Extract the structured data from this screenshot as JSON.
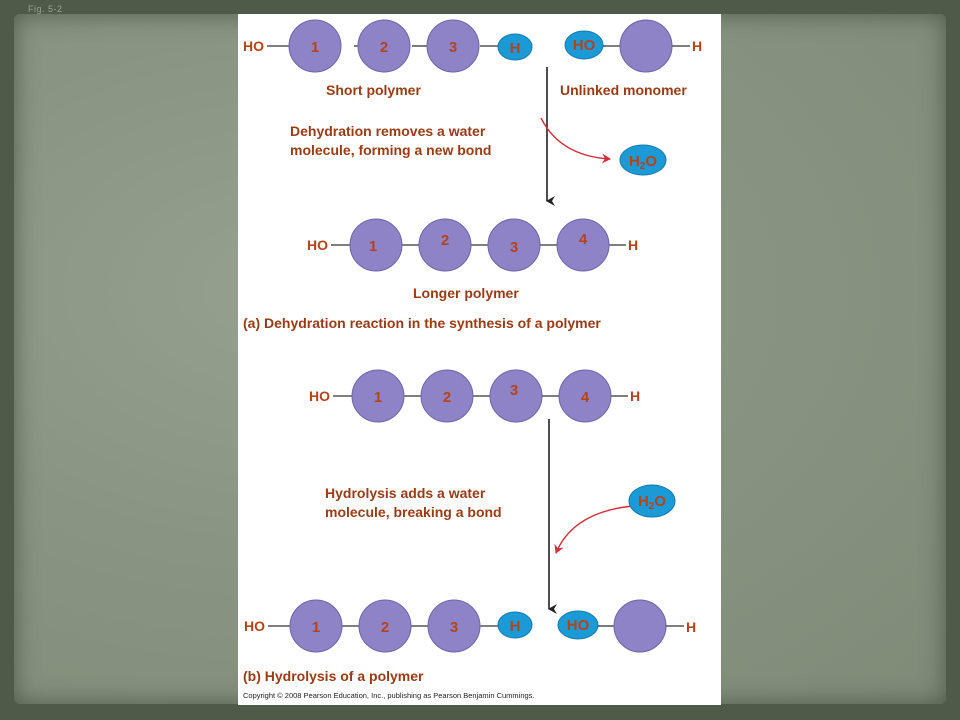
{
  "figure_label": "Fig. 5-2",
  "top_row": {
    "left_end": "HO",
    "monomers": [
      "1",
      "2",
      "3"
    ],
    "h_bead": "H",
    "monomer_left": "HO",
    "monomer_right": "H",
    "short_polymer_label": "Short polymer",
    "unlinked_label": "Unlinked monomer"
  },
  "dehydration": {
    "text_line1": "Dehydration removes a water",
    "text_line2": "molecule, forming a new bond",
    "water_main": "H",
    "water_sub": "2",
    "water_end": "O"
  },
  "longer_polymer": {
    "left_end": "HO",
    "monomers": [
      "1",
      "2",
      "3",
      "4"
    ],
    "right_end": "H",
    "label": "Longer polymer"
  },
  "caption_a": "(a) Dehydration reaction in the synthesis of a polymer",
  "hydrolysis_polymer": {
    "left_end": "HO",
    "monomers": [
      "1",
      "2",
      "3",
      "4"
    ],
    "right_end": "H"
  },
  "hydrolysis": {
    "text_line1": "Hydrolysis adds a water",
    "text_line2": "molecule, breaking a bond",
    "water_main": "H",
    "water_sub": "2",
    "water_end": "O"
  },
  "bottom_row": {
    "left_end": "HO",
    "monomers": [
      "1",
      "2",
      "3"
    ],
    "h_bead": "H",
    "monomer_left": "HO",
    "monomer_right": "H"
  },
  "caption_b": "(b) Hydrolysis of a polymer",
  "copyright": "Copyright © 2008 Pearson Education, Inc., publishing as Pearson Benjamin Cummings.",
  "colors": {
    "monomer": "#8f83c8",
    "water": "#1c9ad6",
    "label_text": "#9a3b14",
    "arrow_red": "#d42f3a"
  }
}
